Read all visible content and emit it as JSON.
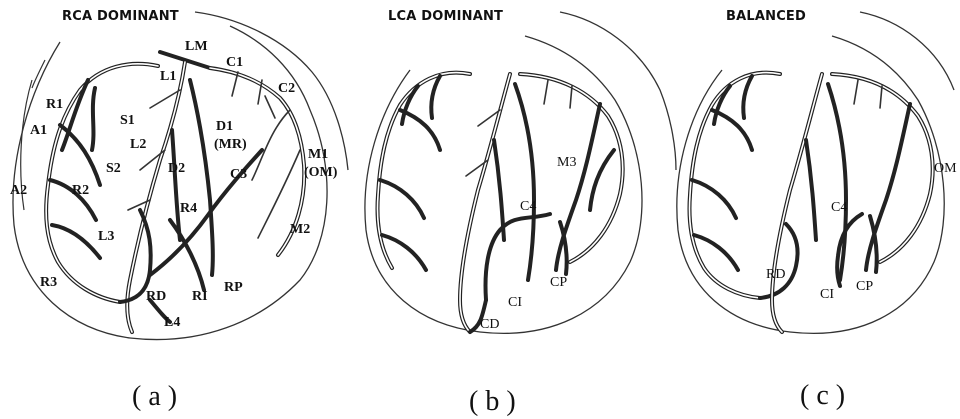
{
  "panels": [
    {
      "title": "RCA DOMINANT",
      "caption": "( a )",
      "labels": [
        "LM",
        "L1",
        "C1",
        "C2",
        "R1",
        "A1",
        "S1",
        "L2",
        "D1",
        "(MR)",
        "M1",
        "(OM)",
        "C3",
        "S2",
        "D2",
        "A2",
        "R2",
        "R4",
        "M2",
        "L3",
        "RD",
        "RI",
        "RP",
        "R3",
        "L4"
      ]
    },
    {
      "title": "LCA DOMINANT",
      "caption": "( b )",
      "labels": [
        "M3",
        "C4",
        "CI",
        "CP",
        "CD"
      ]
    },
    {
      "title": "BALANCED",
      "caption": "( c )",
      "labels": [
        "OM",
        "C4",
        "RD",
        "CI",
        "CP"
      ]
    }
  ]
}
